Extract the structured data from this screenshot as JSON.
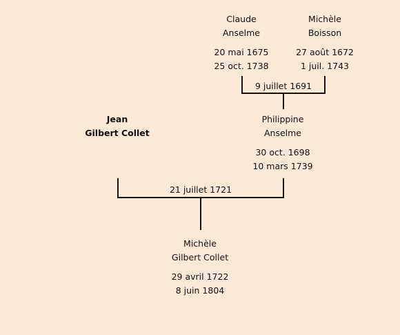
{
  "persons": {
    "paternal_grandfather": {
      "first": "Claude",
      "last": "Anselme",
      "birth": "20 mai 1675",
      "death": "25 oct. 1738"
    },
    "paternal_grandmother": {
      "first": "Michèle",
      "last": "Boisson",
      "birth": "27 août 1672",
      "death": "1 juil. 1743"
    },
    "father": {
      "first": "Jean",
      "last": "Gilbert Collet"
    },
    "mother": {
      "first": "Philippine",
      "last": "Anselme",
      "birth": "30 oct. 1698",
      "death": "10 mars 1739"
    },
    "child": {
      "first": "Michèle",
      "last": "Gilbert Collet",
      "birth": "29 avril 1722",
      "death": "8 juin 1804"
    }
  },
  "marriages": {
    "grandparents": "9 juillet 1691",
    "parents": "21 juillet 1721"
  }
}
